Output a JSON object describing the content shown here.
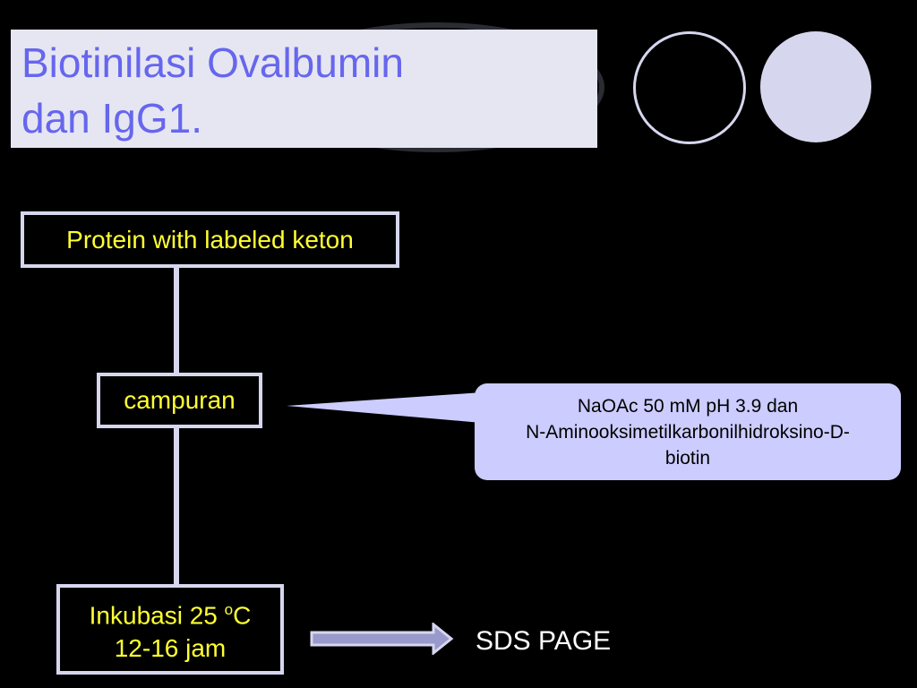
{
  "title": {
    "line1": "Biotinilasi Ovalbumin",
    "line2": "dan IgG1."
  },
  "flow": {
    "step1": "Protein with labeled keton",
    "step2": "campuran",
    "step3_prefix": "Inkubasi 25 ",
    "step3_sup": "o",
    "step3_suffix": "C",
    "step3_line2": "12-16 jam"
  },
  "callout": {
    "line1": "NaOAc 50 mM pH 3.9 dan",
    "line2": "N-Aminooksimetilkarbonilhidroksino-D-",
    "line3": "biotin"
  },
  "output_label": "SDS PAGE",
  "colors": {
    "background": "#000000",
    "title_box": "#e6e6f2",
    "title_text": "#6666ee",
    "box_border": "#d6d6ee",
    "box_text": "#ffff33",
    "callout_fill": "#ccccff"
  }
}
